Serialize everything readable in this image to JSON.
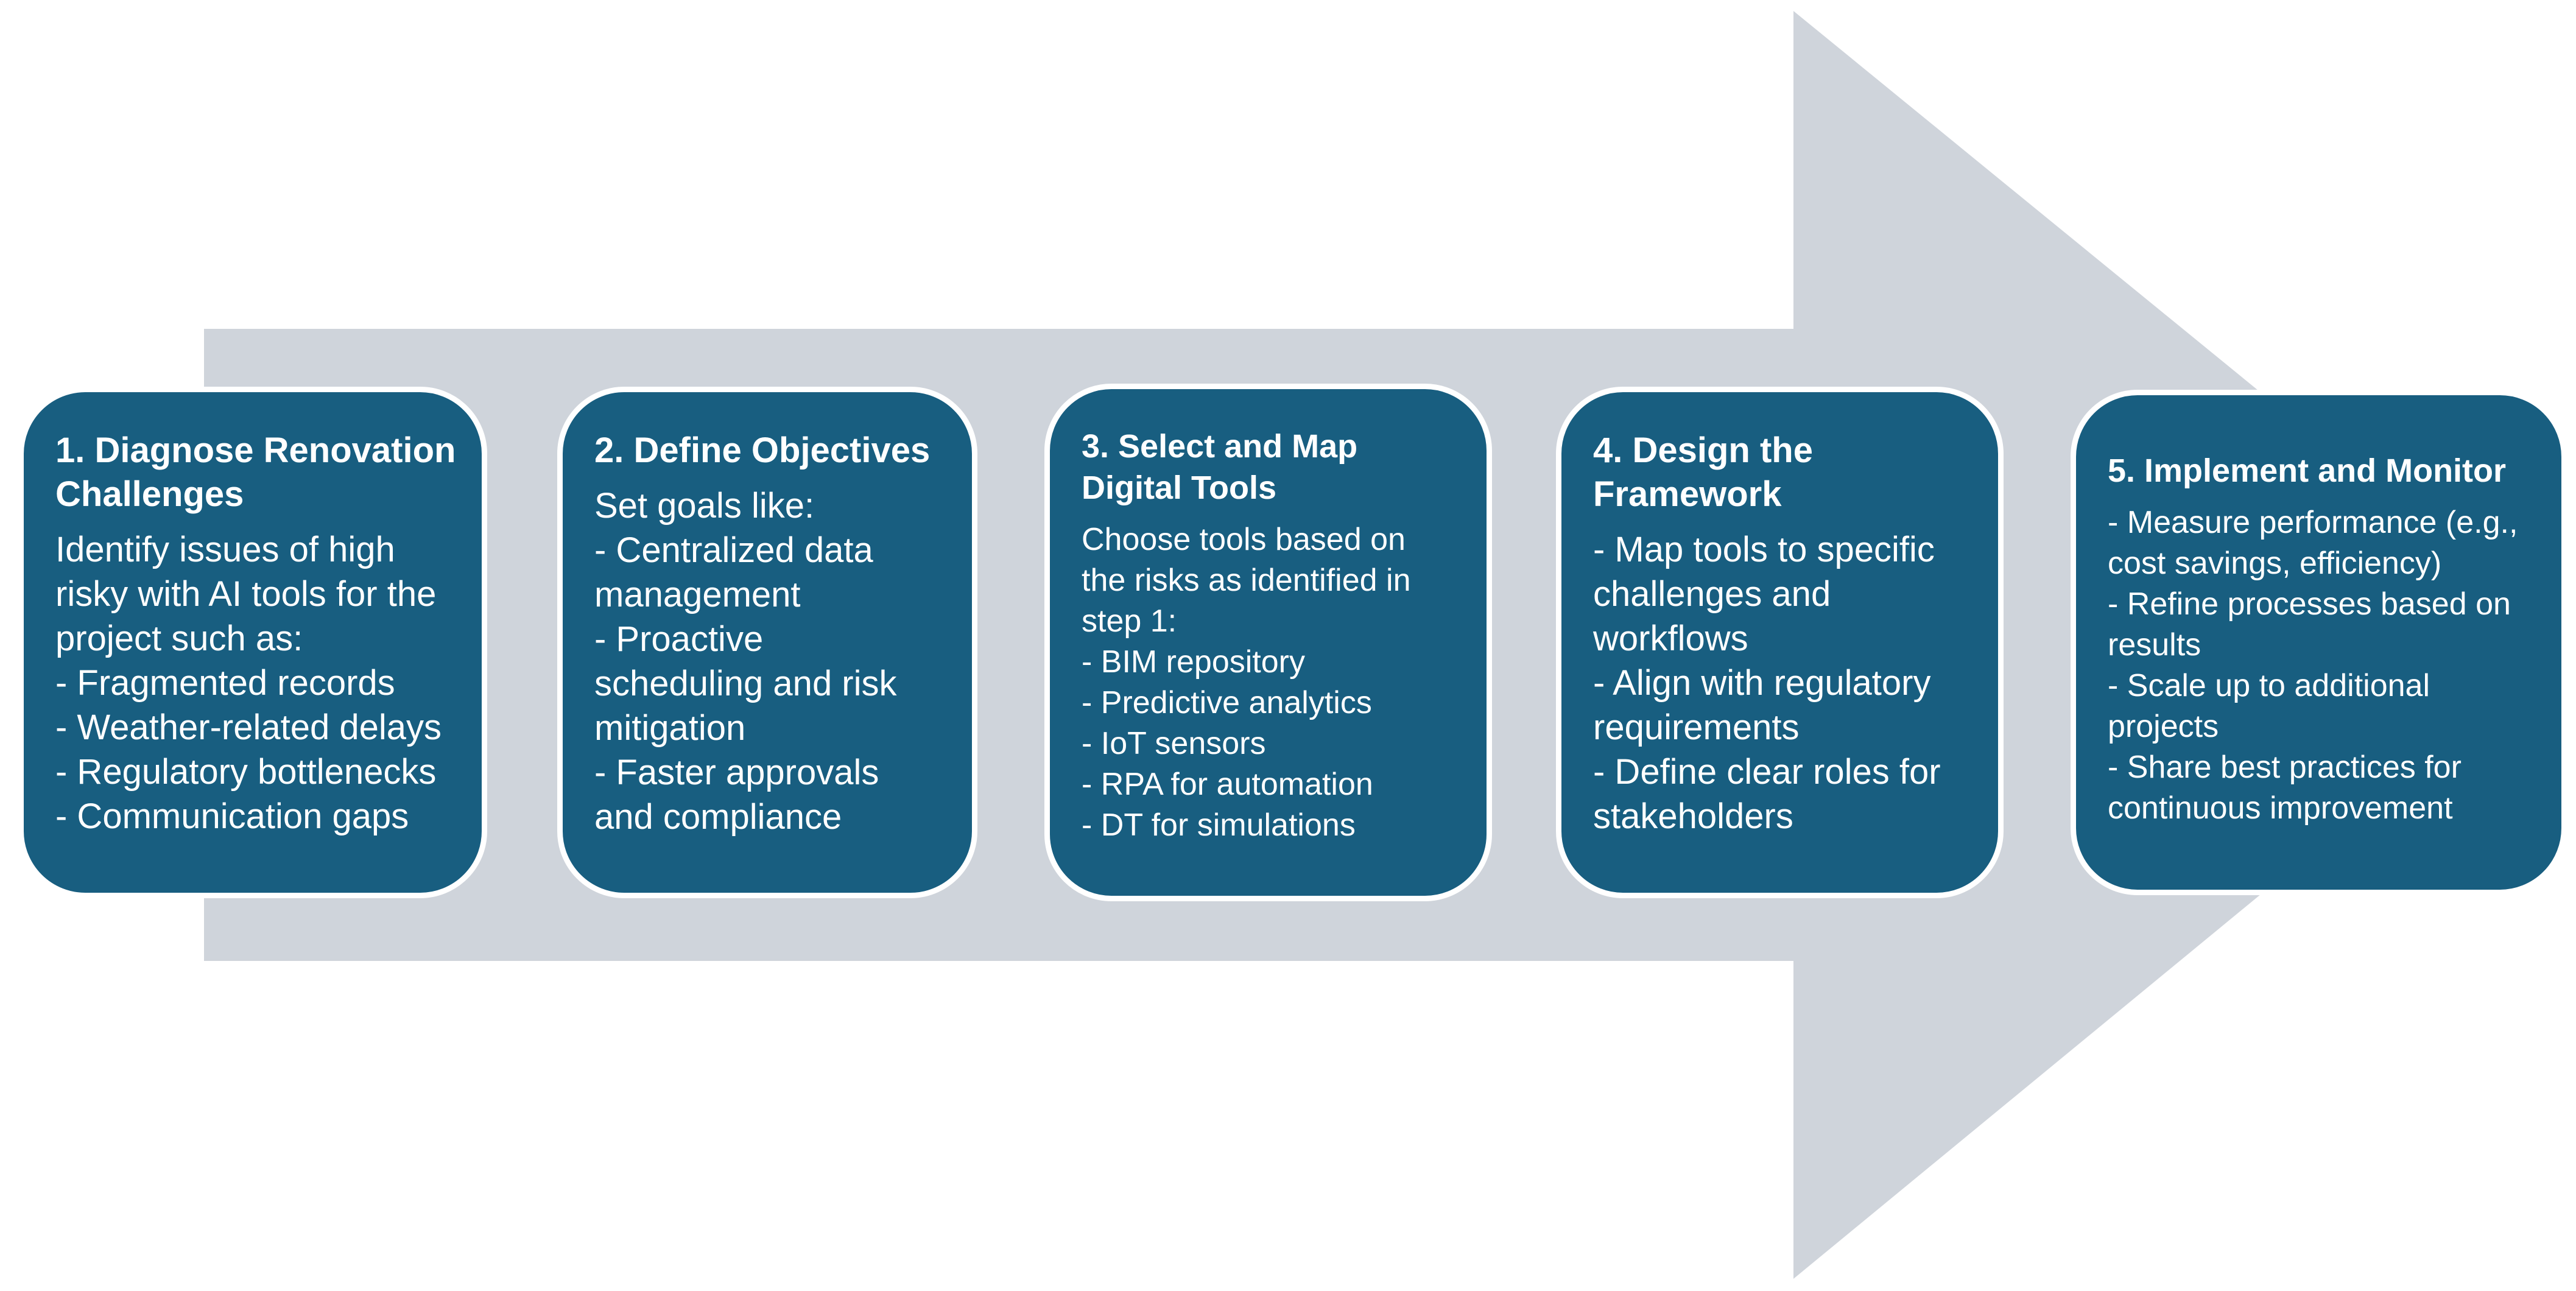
{
  "colors": {
    "arrow": "#cfd4db",
    "box_fill": "#185e80",
    "box_border": "#ffffff",
    "text": "#ffffff"
  },
  "steps": [
    {
      "title": "1. Diagnose Renovation\nChallenges",
      "body": "Identify issues of high\nrisky with AI tools for the\nproject such as:\n- Fragmented records\n- Weather-related delays\n- Regulatory bottlenecks\n- Communication gaps"
    },
    {
      "title": "2. Define Objectives",
      "body": "Set goals like:\n- Centralized data\nmanagement\n- Proactive\nscheduling and risk\nmitigation\n- Faster approvals\nand compliance"
    },
    {
      "title": "3. Select and Map\nDigital Tools",
      "body": "Choose tools based on\nthe risks as identified in\nstep 1:\n- BIM repository\n- Predictive analytics\n- IoT sensors\n- RPA for automation\n- DT for simulations"
    },
    {
      "title": "4. Design the\nFramework",
      "body": "- Map tools to specific\nchallenges and\nworkflows\n- Align with regulatory\nrequirements\n- Define clear roles for\nstakeholders"
    },
    {
      "title": "5. Implement and Monitor",
      "body": "- Measure performance (e.g.,\ncost savings, efficiency)\n- Refine processes based on\nresults\n- Scale up to additional\nprojects\n- Share best practices for\ncontinuous improvement"
    }
  ]
}
